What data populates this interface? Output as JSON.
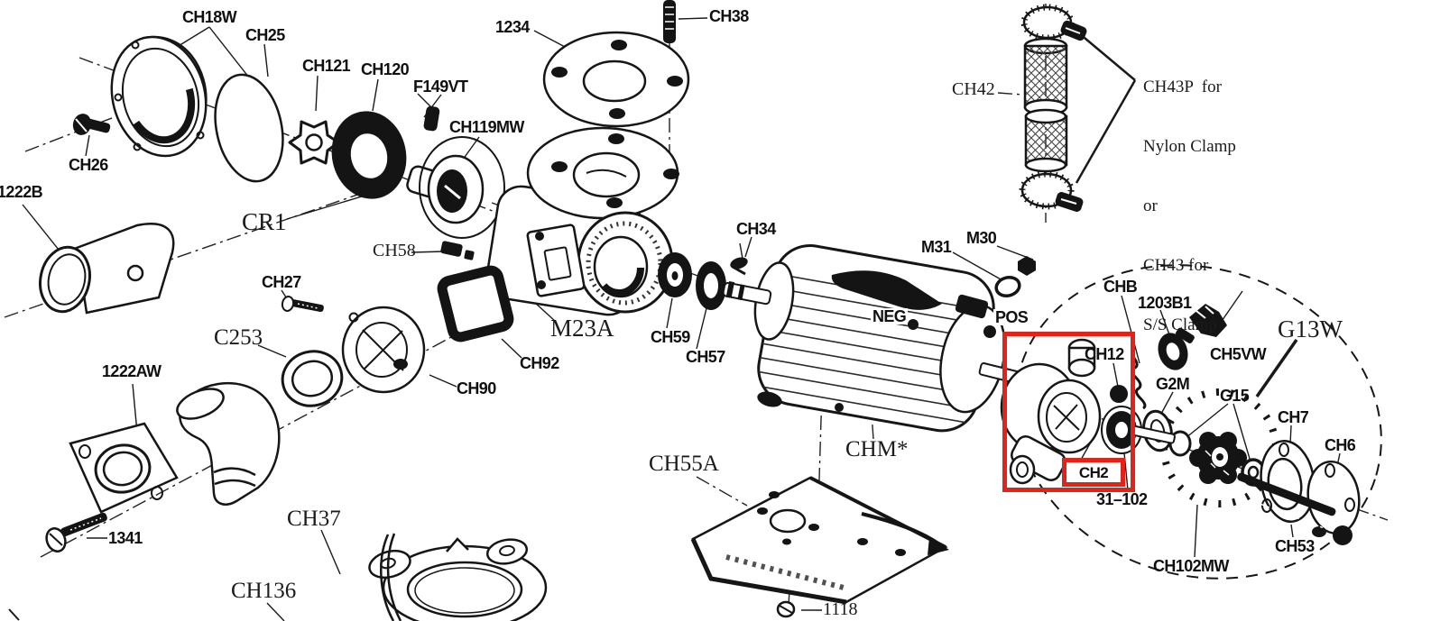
{
  "diagram": {
    "kind": "exploded-parts-diagram",
    "highlight": {
      "color": "#e2231a",
      "boxed_part": "CH2"
    }
  },
  "labels": [
    {
      "id": "ch18w",
      "text": "CH18W"
    },
    {
      "id": "ch25",
      "text": "CH25"
    },
    {
      "id": "ch121",
      "text": "CH121"
    },
    {
      "id": "ch120",
      "text": "CH120"
    },
    {
      "id": "f149vt",
      "text": "F149VT"
    },
    {
      "id": "ch119mw",
      "text": "CH119MW"
    },
    {
      "id": "ch26",
      "text": "CH26"
    },
    {
      "id": "p1222b",
      "text": "1222B"
    },
    {
      "id": "p1234",
      "text": "1234"
    },
    {
      "id": "ch38",
      "text": "CH38"
    },
    {
      "id": "cr1",
      "text": "CR1"
    },
    {
      "id": "ch58",
      "text": "CH58"
    },
    {
      "id": "ch27",
      "text": "CH27"
    },
    {
      "id": "c253",
      "text": "C253"
    },
    {
      "id": "p1222aw",
      "text": "1222AW"
    },
    {
      "id": "m23a",
      "text": "M23A"
    },
    {
      "id": "ch92",
      "text": "CH92"
    },
    {
      "id": "ch90",
      "text": "CH90"
    },
    {
      "id": "ch59",
      "text": "CH59"
    },
    {
      "id": "ch57",
      "text": "CH57"
    },
    {
      "id": "ch34",
      "text": "CH34"
    },
    {
      "id": "m31",
      "text": "M31"
    },
    {
      "id": "m30",
      "text": "M30"
    },
    {
      "id": "neg",
      "text": "NEG"
    },
    {
      "id": "pos",
      "text": "POS"
    },
    {
      "id": "p1341",
      "text": "1341"
    },
    {
      "id": "ch37",
      "text": "CH37"
    },
    {
      "id": "ch136",
      "text": "CH136"
    },
    {
      "id": "ch55a",
      "text": "CH55A"
    },
    {
      "id": "chm",
      "text": "CHM*"
    },
    {
      "id": "p1118",
      "text": "1118"
    },
    {
      "id": "ch42",
      "text": "CH42"
    },
    {
      "id": "chb",
      "text": "CHB"
    },
    {
      "id": "p1203b1",
      "text": "1203B1"
    },
    {
      "id": "ch5vw",
      "text": "CH5VW"
    },
    {
      "id": "ch12",
      "text": "CH12"
    },
    {
      "id": "g2m",
      "text": "G2M"
    },
    {
      "id": "g15",
      "text": "G15"
    },
    {
      "id": "ch2",
      "text": "CH2"
    },
    {
      "id": "p31102",
      "text": "31–102"
    },
    {
      "id": "g13w",
      "text": "G13W"
    },
    {
      "id": "ch7",
      "text": "CH7"
    },
    {
      "id": "ch6",
      "text": "CH6"
    },
    {
      "id": "ch53",
      "text": "CH53"
    },
    {
      "id": "ch102mw",
      "text": "CH102MW"
    }
  ],
  "annotation": {
    "lines": [
      "CH43P  for",
      "Nylon Clamp",
      "or",
      "CH43 for",
      "S/S Clamp"
    ]
  }
}
